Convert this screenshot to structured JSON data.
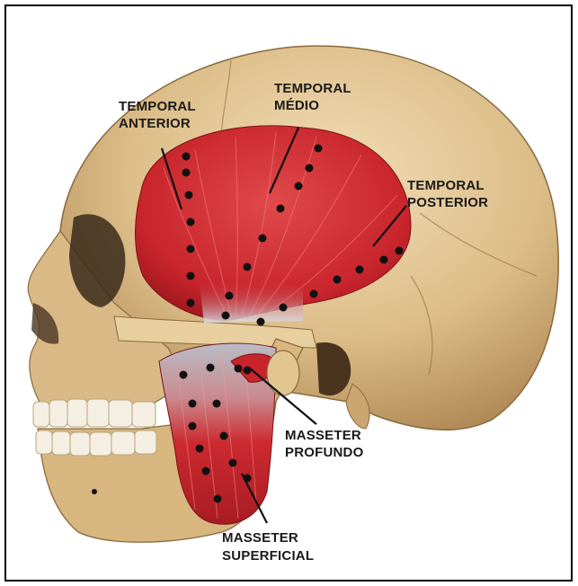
{
  "labels": {
    "temporal_anterior": [
      "TEMPORAL",
      "ANTERIOR"
    ],
    "temporal_medio": [
      "TEMPORAL",
      "MÉDIO"
    ],
    "temporal_posterior": [
      "TEMPORAL",
      "POSTERIOR"
    ],
    "masseter_profundo": [
      "MASSETER",
      "PROFUNDO"
    ],
    "masseter_superficial": [
      "MASSETER",
      "SUPERFICIAL"
    ]
  },
  "colors": {
    "bone": "#e3c89a",
    "bone_shadow": "#b88f5c",
    "muscle": "#c8242c",
    "muscle_light": "#e25a5a",
    "tendon": "#c9cdd6",
    "marker": "#111111"
  }
}
